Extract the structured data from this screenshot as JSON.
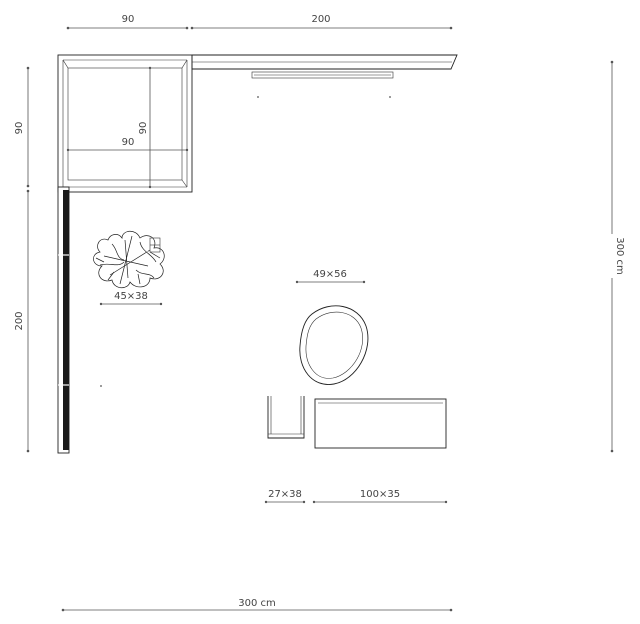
{
  "dimensions": {
    "top_left": "90",
    "top_right": "200",
    "left_upper": "90",
    "left_lower": "200",
    "right_total": "300 cm",
    "bottom_total": "300 cm",
    "inner_width": "90",
    "inner_height": "90"
  },
  "furniture": {
    "plant_size": "45×38",
    "pouf_size": "49×56",
    "side_table_size": "27×38",
    "bench_size": "100×35"
  }
}
